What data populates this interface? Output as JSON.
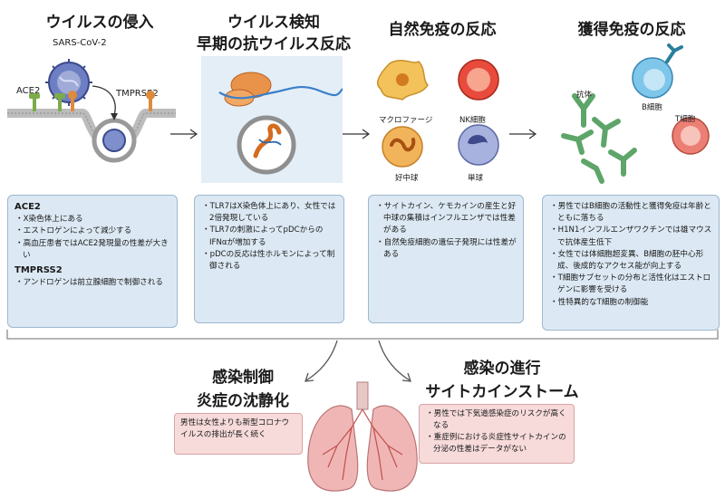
{
  "panels": {
    "entry": {
      "title": "ウイルスの侵入",
      "labels": {
        "virus": "SARS-CoV-2",
        "ace2": "ACE2",
        "tmprss2": "TMPRSS2"
      },
      "box": {
        "h1": "ACE2",
        "items1": [
          "X染色体上にある",
          "エストロゲンによって減少する",
          "高血圧患者ではACE2発現量の性差が大きい"
        ],
        "h2": "TMPRSS2",
        "items2": [
          "アンドロゲンは前立腺細胞で制御される"
        ]
      }
    },
    "sensing": {
      "title1": "ウイルス検知",
      "title2": "早期の抗ウイルス反応",
      "box": {
        "items": [
          "TLR7はX染色体上にあり、女性では2倍発現している",
          "TLR7の刺激によってpDCからのIFNαが増加する",
          "pDCの反応は性ホルモンによって制御される"
        ]
      }
    },
    "innate": {
      "title": "自然免疫の反応",
      "cells": {
        "macrophage": "マクロファージ",
        "nk": "NK細胞",
        "neutrophil": "好中球",
        "monocyte": "単球"
      },
      "box": {
        "items": [
          "サイトカイン、ケモカインの産生と好中球の集積はインフルエンザでは性差がある",
          "自然免疫細胞の遺伝子発現には性差がある"
        ]
      }
    },
    "acquired": {
      "title": "獲得免疫の反応",
      "cells": {
        "antibody": "抗体",
        "bcell": "B細胞",
        "tcell": "T細胞"
      },
      "box": {
        "items": [
          "男性ではB細胞の活動性と獲得免疫は年齢とともに落ちる",
          "H1N1インフルエンザワクチンでは雄マウスで抗体産生低下",
          "女性では体細胞超変異、B細胞の胚中心形成、後成的なアクセス能が向上する",
          "T細胞サブセットの分布と活性化はエストロゲンに影響を受ける",
          "性特異的なT細胞の制御能"
        ]
      }
    }
  },
  "outcomes": {
    "control": {
      "title1": "感染制御",
      "title2": "炎症の沈静化",
      "box": "男性は女性よりも新型コロナウイルスの排出が長く続く"
    },
    "progress": {
      "title1": "感染の進行",
      "title2": "サイトカインストーム",
      "items": [
        "男性では下気道感染症のリスクが高くなる",
        "重症例における炎症性サイトカインの分泌の性差はデータがない"
      ]
    }
  },
  "colors": {
    "box_fill": "#dce9f4",
    "box_border": "#9eb7cc",
    "pink_fill": "#f7dada",
    "lung": "#f0b6b6",
    "virus": "#5a6fb4",
    "membrane": "#bcbcbc",
    "ace2_receptor": "#7cab4a",
    "tmprss2": "#e08a3c"
  }
}
